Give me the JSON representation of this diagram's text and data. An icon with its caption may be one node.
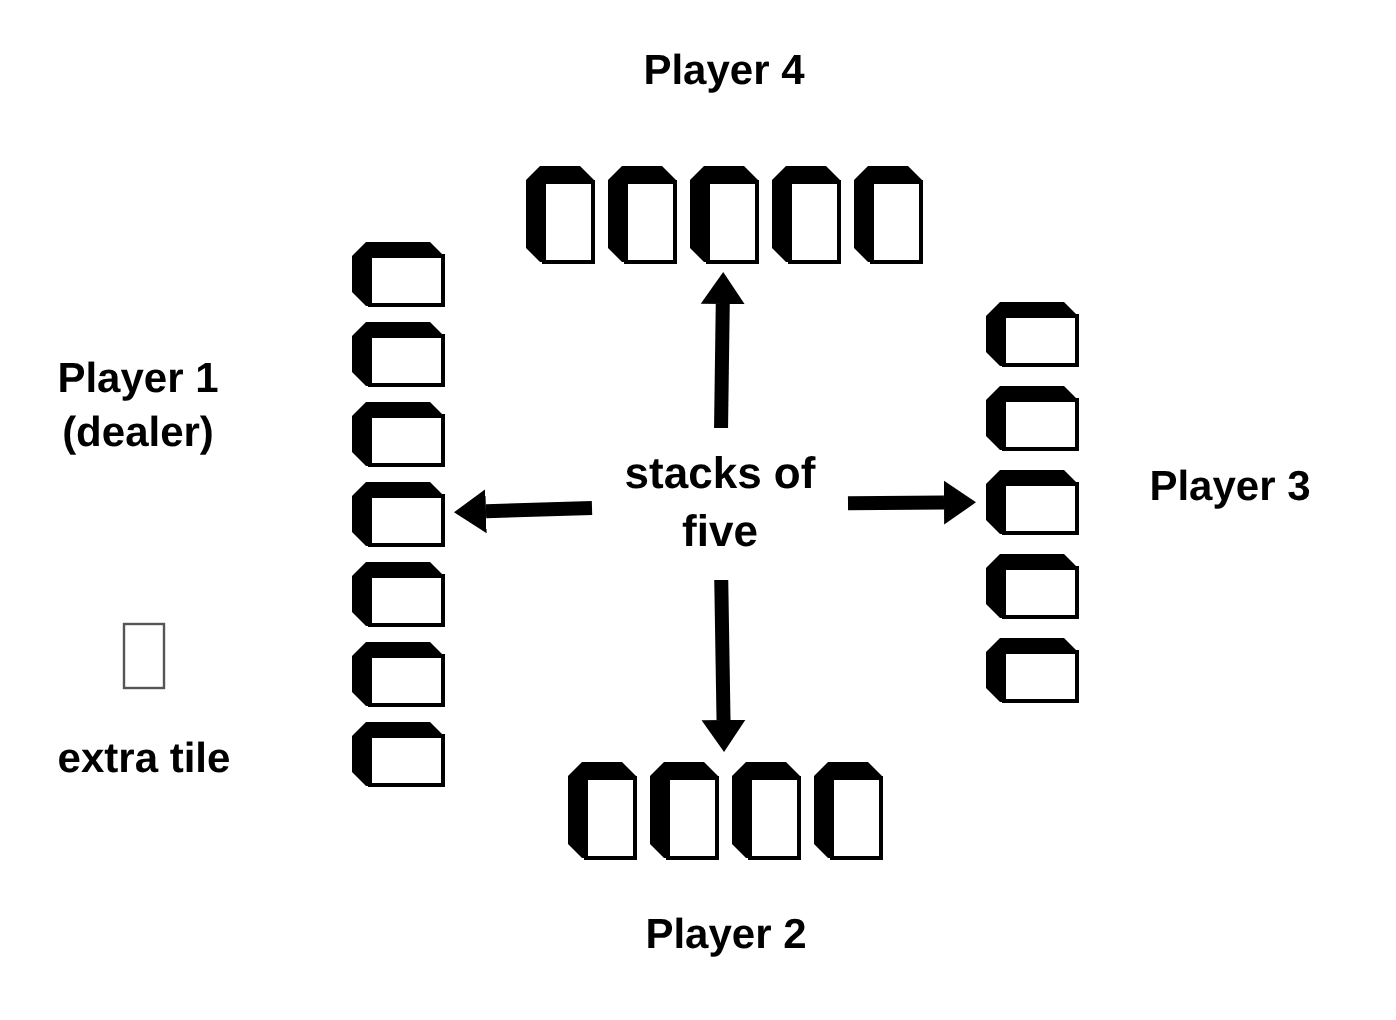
{
  "diagram": {
    "nodes": [
      {
        "text": [],
        "shape": "box",
        "beside": [
          "Player 4"
        ]
      },
      {
        "text": [],
        "shape": "box",
        "beside": [
          "Player 1 (dealer)"
        ]
      },
      {
        "text": [
          "stacks of five"
        ]
      },
      {
        "text": [],
        "shape": "box",
        "beside": [
          "Player 3"
        ]
      },
      {
        "text": [],
        "shape": "box",
        "beside": [
          "extra tile"
        ]
      },
      {
        "text": [],
        "shape": "box",
        "beside": [
          "Player 2"
        ]
      }
    ],
    "edges": [
      {
        "from": 2,
        "to": 0,
        "arrow": "to"
      },
      {
        "from": 2,
        "to": 1,
        "arrow": "to"
      },
      {
        "from": 2,
        "to": 3,
        "arrow": "to"
      },
      {
        "from": 2,
        "to": 5,
        "arrow": "to"
      }
    ]
  }
}
